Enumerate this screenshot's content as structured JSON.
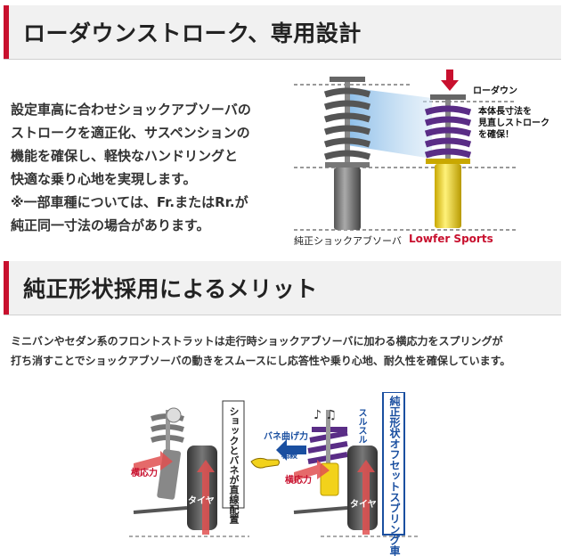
{
  "section1": {
    "title": "ローダウンストローク、専用設計"
  },
  "description_lines": [
    "設定車高に合わせショックアブソーバの",
    "ストロークを適正化、サスペンションの",
    "機能を確保し、軽快なハンドリングと",
    "快適な乗り心地を実現します。",
    "※一部車種については、Fr.またはRr.が",
    "純正同一寸法の場合があります。"
  ],
  "diagram1": {
    "lowdown_label": "ローダウン",
    "note_lines": [
      "本体長寸法を",
      "見直しストローク",
      "を確保！"
    ],
    "caption_stock": "純正ショックアブソーバ",
    "caption_lowfer": "Lowfer Sports"
  },
  "section2": {
    "title": "純正形状採用によるメリット"
  },
  "merit_lines": [
    "ミニバンやセダン系のフロントストラットは走行時ショックアブソーバに加わる横応力をスプリングが",
    "打ち消すことでショックアブソーバの動きをスムースにし応答性や乗り心地、耐久性を確保しています。"
  ],
  "diagram2": {
    "left_lateral": "横応力",
    "left_tire": "タイヤ",
    "vertical_note": "ショックとバネが直線配置",
    "spring_force": "バネ曲げ力",
    "cancel": "相殺",
    "smooth": "スルスル",
    "right_lateral": "横応力",
    "right_tire": "タイヤ",
    "offset_label": "純正形状オフセットスプリング車"
  },
  "colors": {
    "accent": "#c8102e",
    "spring_purple": "#5a2d86",
    "lowfer_yellow": "#f2d21b",
    "blue": "#1a4fa0"
  }
}
